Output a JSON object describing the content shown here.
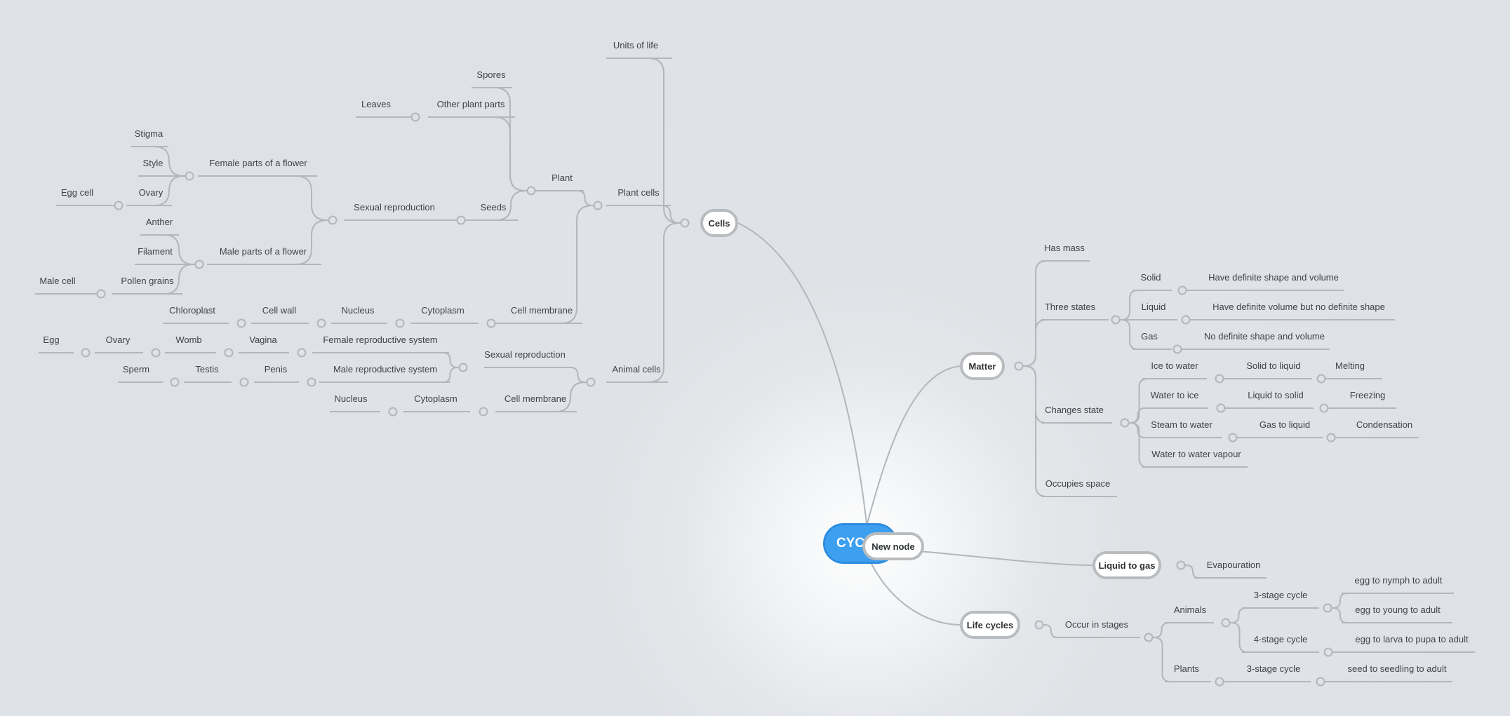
{
  "colors": {
    "background": "#dfe2e6",
    "branch_line": "#b3b6ba",
    "central_fill": "#3d9ff0",
    "topic_border": "#b9bcbf",
    "topic_text": "#3f4347"
  },
  "central": {
    "label": "CYCLE"
  },
  "main_topics": {
    "cells": "Cells",
    "matter": "Matter",
    "new_node": "New node",
    "liquid_to_gas": "Liquid to gas",
    "life_cycles": "Life cycles"
  },
  "cells": {
    "units_of_life": "Units of life",
    "plant_cells": "Plant cells",
    "plant": "Plant",
    "spores": "Spores",
    "other_plant_parts": "Other plant parts",
    "leaves": "Leaves",
    "seeds": "Seeds",
    "sexual_reproduction": "Sexual reproduction",
    "female_parts": "Female parts of a flower",
    "stigma": "Stigma",
    "style": "Style",
    "ovary": "Ovary",
    "egg_cell": "Egg cell",
    "male_parts": "Male parts of a flower",
    "anther": "Anther",
    "filament": "Filament",
    "pollen_grains": "Pollen grains",
    "male_cell": "Male cell",
    "cell_membrane": "Cell membrane",
    "cytoplasm": "Cytoplasm",
    "nucleus": "Nucleus",
    "cell_wall": "Cell wall",
    "chloroplast": "Chloroplast",
    "animal_cells": "Animal cells",
    "animal_sexual_reproduction": "Sexual reproduction",
    "female_reproductive_system": "Female reproductive system",
    "vagina": "Vagina",
    "womb": "Womb",
    "animal_ovary": "Ovary",
    "egg": "Egg",
    "male_reproductive_system": "Male reproductive system",
    "penis": "Penis",
    "testis": "Testis",
    "sperm": "Sperm",
    "animal_cell_membrane": "Cell membrane",
    "animal_cytoplasm": "Cytoplasm",
    "animal_nucleus": "Nucleus"
  },
  "matter": {
    "has_mass": "Has mass",
    "three_states": "Three states",
    "solid": "Solid",
    "solid_desc": "Have definite shape and volume",
    "liquid": "Liquid",
    "liquid_desc": "Have definite volume but no definite shape",
    "gas": "Gas",
    "gas_desc": "No definite shape and volume",
    "changes_state": "Changes state",
    "ice_to_water": "Ice to water",
    "solid_to_liquid": "Solid to liquid",
    "melting": "Melting",
    "water_to_ice": "Water to ice",
    "liquid_to_solid": "Liquid to solid",
    "freezing": "Freezing",
    "steam_to_water": "Steam to water",
    "gas_to_liquid": "Gas to liquid",
    "condensation": "Condensation",
    "water_to_vapour": "Water to water vapour",
    "occupies_space": "Occupies space"
  },
  "liquid_to_gas": {
    "evapouration": "Evapouration"
  },
  "life_cycles": {
    "occur_in_stages": "Occur in stages",
    "animals": "Animals",
    "three_stage": "3-stage cycle",
    "egg_nymph": "egg to nymph to adult",
    "egg_young": "egg to young to adult",
    "four_stage": "4-stage cycle",
    "egg_larva": "egg to larva to pupa to adult",
    "plants": "Plants",
    "plants_three_stage": "3-stage cycle",
    "seed_seedling": "seed to seedling to adult"
  }
}
